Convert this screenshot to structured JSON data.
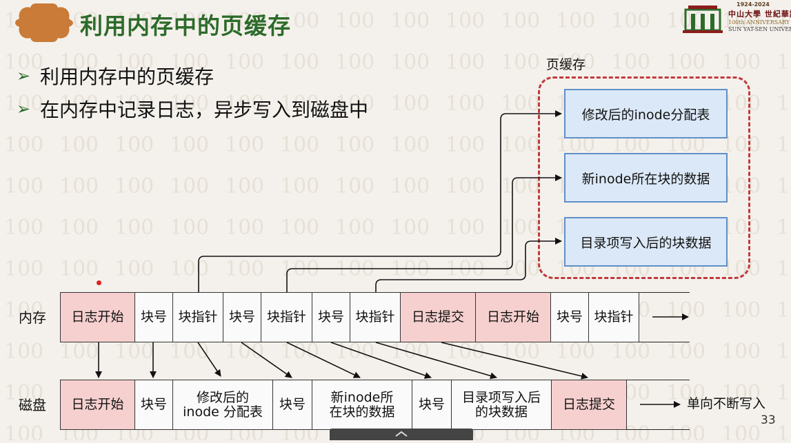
{
  "title": "利用内存中的页缓存",
  "logo": {
    "years": "1924-2024",
    "name_cn": "中山大學 世紀華誕",
    "anniversary": "100th ANNIVERSARY",
    "university": "SUN YAT-SEN UNIVERSITY"
  },
  "bullets": [
    "利用内存中的页缓存",
    "在内存中记录日志，异步写入到磁盘中"
  ],
  "page_cache": {
    "label": "页缓存",
    "items": [
      "修改后的inode分配表",
      "新inode所在块的数据",
      "目录项写入后的块数据"
    ]
  },
  "memory_row": {
    "label": "内存",
    "cells": [
      "日志开始",
      "块号",
      "块指针",
      "块号",
      "块指针",
      "块号",
      "块指针",
      "日志提交",
      "日志开始",
      "块号",
      "块指针"
    ]
  },
  "disk_row": {
    "label": "磁盘",
    "cells": [
      "日志开始",
      "块号",
      "修改后的\ninode 分配表",
      "块号",
      "新inode所\n在块的数据",
      "块号",
      "目录项写入后\n的块数据",
      "日志提交"
    ],
    "tail": "单向不断写入"
  },
  "page_number": "33",
  "colors": {
    "title_green": "#2d6b2a",
    "log_cell": "#f6d0cf",
    "cache_box": "#dbe8f7",
    "dashed_frame": "#c0393b"
  }
}
